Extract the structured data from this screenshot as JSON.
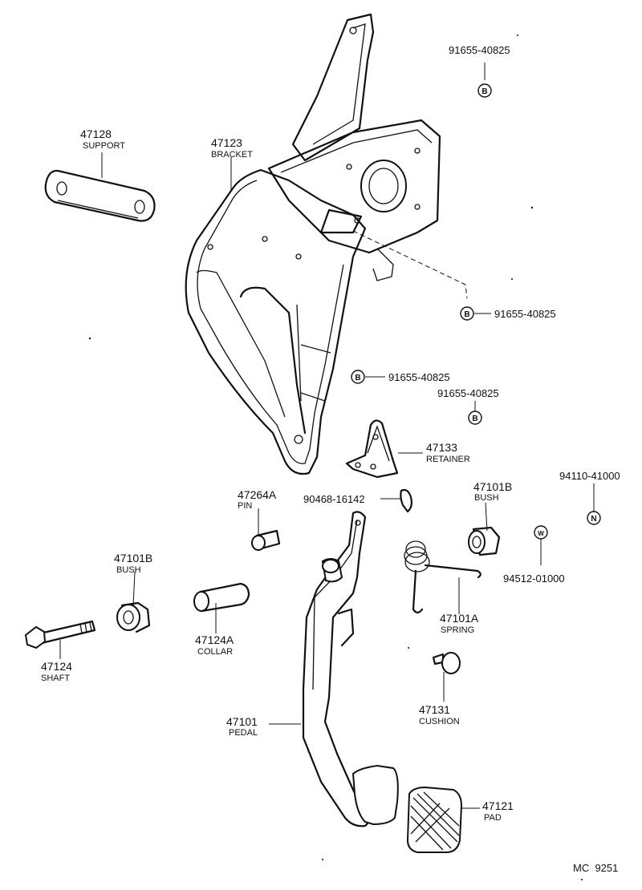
{
  "parts": {
    "p47128": {
      "number": "47128",
      "name": "SUPPORT"
    },
    "p47123": {
      "number": "47123",
      "name": "BRACKET"
    },
    "p47133": {
      "number": "47133",
      "name": "RETAINER"
    },
    "p47264a": {
      "number": "47264A",
      "name": "PIN"
    },
    "p47101b_left": {
      "number": "47101B",
      "name": "BUSH"
    },
    "p47101b_right": {
      "number": "47101B",
      "name": "BUSH"
    },
    "p47124a": {
      "number": "47124A",
      "name": "COLLAR"
    },
    "p47124": {
      "number": "47124",
      "name": "SHAFT"
    },
    "p47101a": {
      "number": "47101A",
      "name": "SPRING"
    },
    "p47131": {
      "number": "47131",
      "name": "CUSHION"
    },
    "p47101": {
      "number": "47101",
      "name": "PEDAL"
    },
    "p47121": {
      "number": "47121",
      "name": "PAD"
    }
  },
  "codes": {
    "top_right_bolt": "91655-40825",
    "right_bolt": "91655-40825",
    "center_bolt_1": "91655-40825",
    "center_bolt_2": "91655-40825",
    "clip": "90468-16142",
    "nut": "94110-41000",
    "washer": "94512-01000"
  },
  "symbols": {
    "bolt": "B",
    "nut": "N",
    "washer": "W"
  },
  "footer": {
    "diagram_id": "MC  9251"
  }
}
